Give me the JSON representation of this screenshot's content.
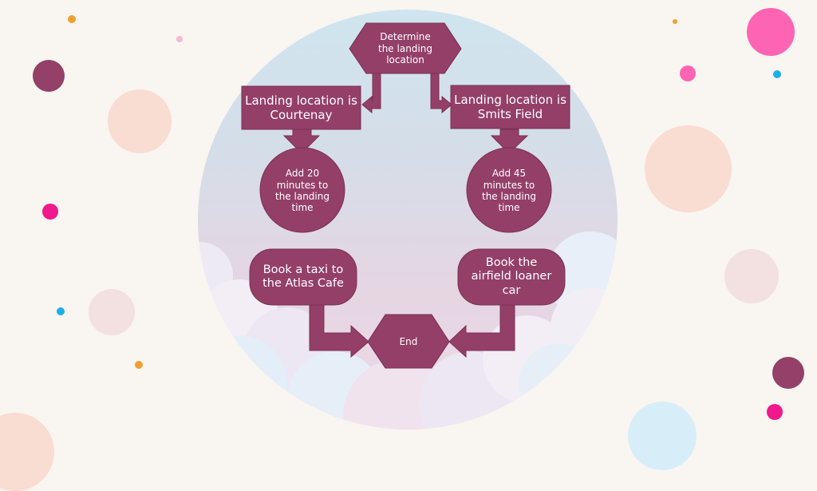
{
  "colors": {
    "shape_fill": "#943f68",
    "shape_stroke": "#7a3055",
    "text": "#ffffff",
    "background": "#f9f5f1"
  },
  "flowchart": {
    "start": "Determine the landing location",
    "branch_left": "Landing location is Courtenay",
    "branch_right": "Landing location is Smits Field",
    "action_left": "Add 20 minutes to the landing time",
    "action_right": "Add 45 minutes to the landing time",
    "transport_left": "Book a taxi to the Atlas Cafe",
    "transport_right": "Book the airfield loaner car",
    "end": "End"
  }
}
